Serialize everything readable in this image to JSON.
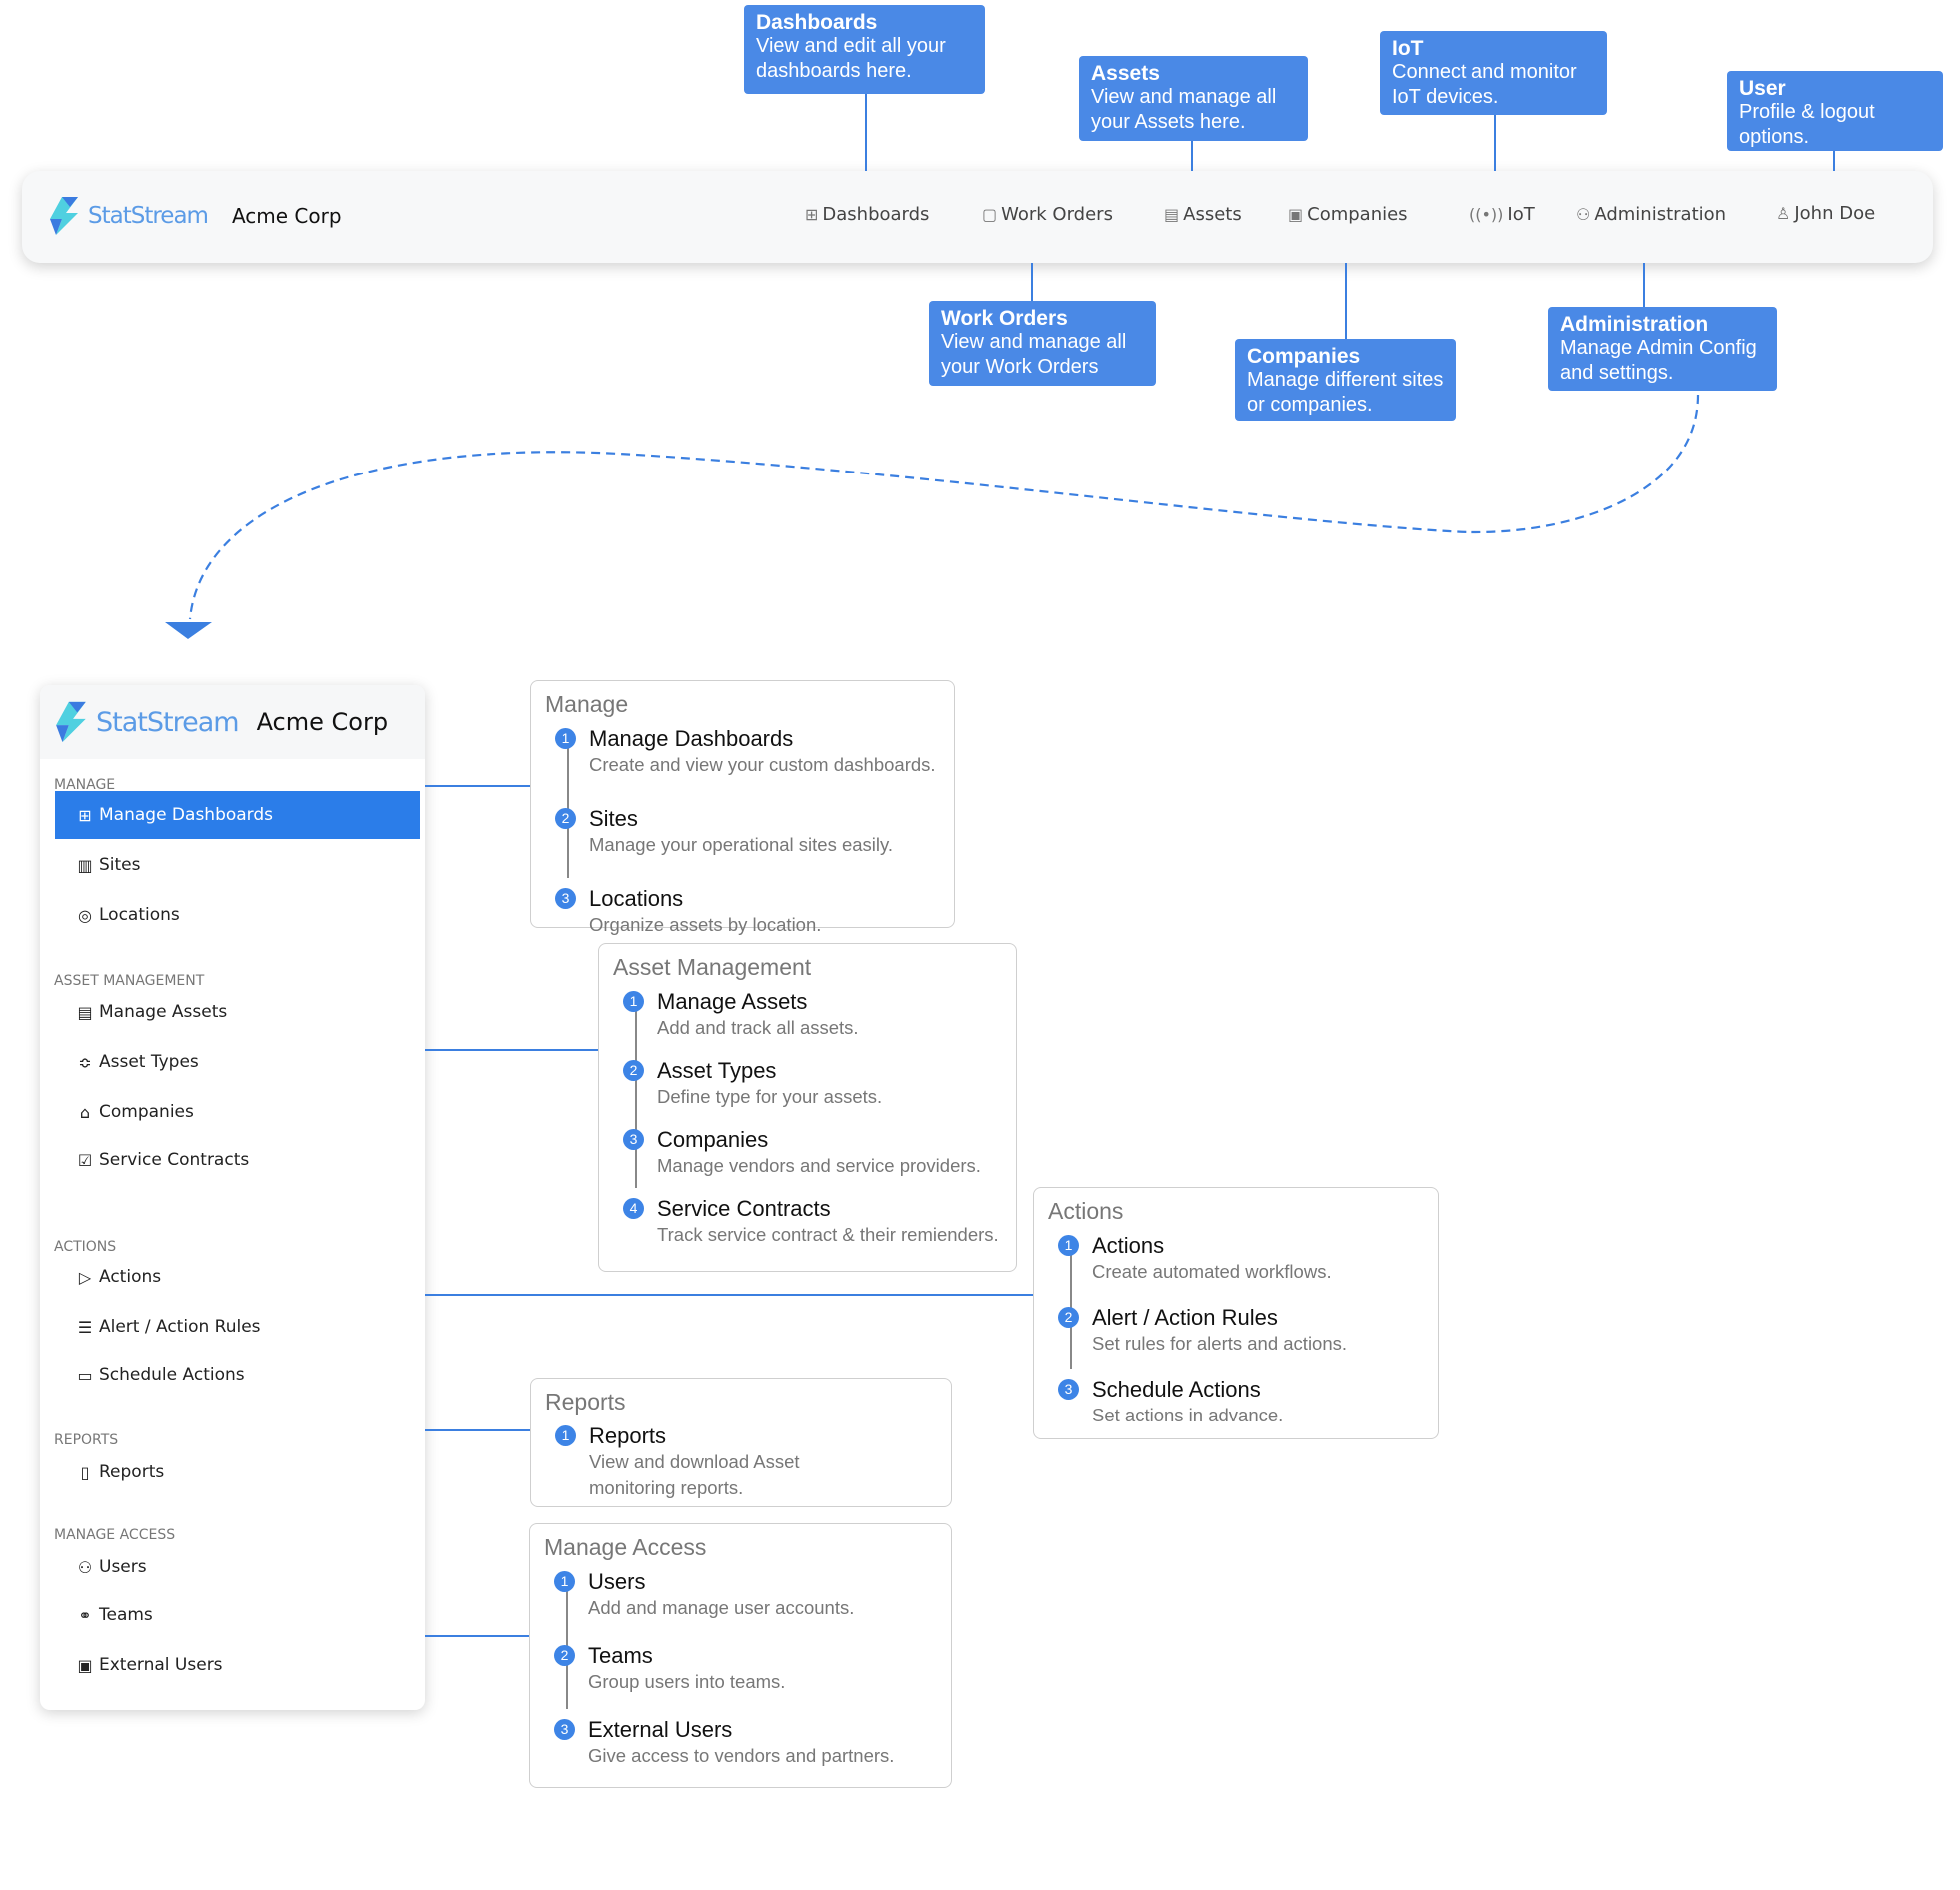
{
  "colors": {
    "accent": "#4a89e6",
    "active": "#2b7de9",
    "connector": "#3b7fe0"
  },
  "brand": {
    "name": "StatStream",
    "org": "Acme Corp"
  },
  "navbar": {
    "items": [
      {
        "label": "Dashboards",
        "icon": "dashboard-icon"
      },
      {
        "label": "Work Orders",
        "icon": "clipboard-icon"
      },
      {
        "label": "Assets",
        "icon": "asset-icon"
      },
      {
        "label": "Companies",
        "icon": "company-icon"
      },
      {
        "label": "IoT",
        "icon": "signal-icon"
      },
      {
        "label": "Administration",
        "icon": "admin-user-icon"
      },
      {
        "label": "John Doe",
        "icon": "user-icon"
      }
    ]
  },
  "callouts": [
    {
      "title": "Dashboards",
      "text": "View and edit all your dashboards here."
    },
    {
      "title": "Assets",
      "text": "View and manage all your Assets here."
    },
    {
      "title": "IoT",
      "text": "Connect and monitor IoT devices."
    },
    {
      "title": "User",
      "text": "Profile & logout options."
    },
    {
      "title": "Work Orders",
      "text": "View and manage all your Work Orders"
    },
    {
      "title": "Companies",
      "text": "Manage different sites or companies."
    },
    {
      "title": "Administration",
      "text": "Manage Admin Config and settings."
    }
  ],
  "sidebar": {
    "sections": [
      {
        "label": "MANAGE",
        "items": [
          {
            "label": "Manage Dashboards",
            "icon": "dashboard-icon",
            "active": true
          },
          {
            "label": "Sites",
            "icon": "building-icon"
          },
          {
            "label": "Locations",
            "icon": "location-pin-icon"
          }
        ]
      },
      {
        "label": "ASSET MANAGEMENT",
        "items": [
          {
            "label": "Manage Assets",
            "icon": "asset-icon"
          },
          {
            "label": "Asset Types",
            "icon": "layers-icon"
          },
          {
            "label": "Companies",
            "icon": "company-icon"
          },
          {
            "label": "Service Contracts",
            "icon": "contract-icon"
          }
        ]
      },
      {
        "label": "ACTIONS",
        "items": [
          {
            "label": "Actions",
            "icon": "play-icon"
          },
          {
            "label": "Alert / Action Rules",
            "icon": "rules-icon"
          },
          {
            "label": "Schedule Actions",
            "icon": "calendar-icon"
          }
        ]
      },
      {
        "label": "REPORTS",
        "items": [
          {
            "label": "Reports",
            "icon": "report-icon"
          }
        ]
      },
      {
        "label": "MANAGE ACCESS",
        "items": [
          {
            "label": "Users",
            "icon": "add-user-icon"
          },
          {
            "label": "Teams",
            "icon": "team-icon"
          },
          {
            "label": "External Users",
            "icon": "external-user-icon"
          }
        ]
      }
    ]
  },
  "boxes": [
    {
      "title": "Manage",
      "items": [
        {
          "title": "Manage Dashboards",
          "desc": "Create and view your custom dashboards."
        },
        {
          "title": "Sites",
          "desc": "Manage your operational sites easily."
        },
        {
          "title": "Locations",
          "desc": "Organize assets by location."
        }
      ]
    },
    {
      "title": "Asset Management",
      "items": [
        {
          "title": "Manage Assets",
          "desc": "Add and track all assets."
        },
        {
          "title": "Asset Types",
          "desc": "Define type for your assets."
        },
        {
          "title": "Companies",
          "desc": "Manage vendors and service providers."
        },
        {
          "title": "Service Contracts",
          "desc": "Track service contract & their remienders."
        }
      ]
    },
    {
      "title": "Actions",
      "items": [
        {
          "title": "Actions",
          "desc": "Create automated workflows."
        },
        {
          "title": "Alert / Action Rules",
          "desc": "Set rules for alerts and actions."
        },
        {
          "title": "Schedule Actions",
          "desc": "Set actions in advance."
        }
      ]
    },
    {
      "title": "Reports",
      "items": [
        {
          "title": "Reports",
          "desc": "View and download Asset monitoring reports."
        }
      ]
    },
    {
      "title": "Manage Access",
      "items": [
        {
          "title": "Users",
          "desc": "Add and manage user accounts."
        },
        {
          "title": "Teams",
          "desc": "Group users into teams."
        },
        {
          "title": "External Users",
          "desc": "Give access to vendors and partners."
        }
      ]
    }
  ]
}
